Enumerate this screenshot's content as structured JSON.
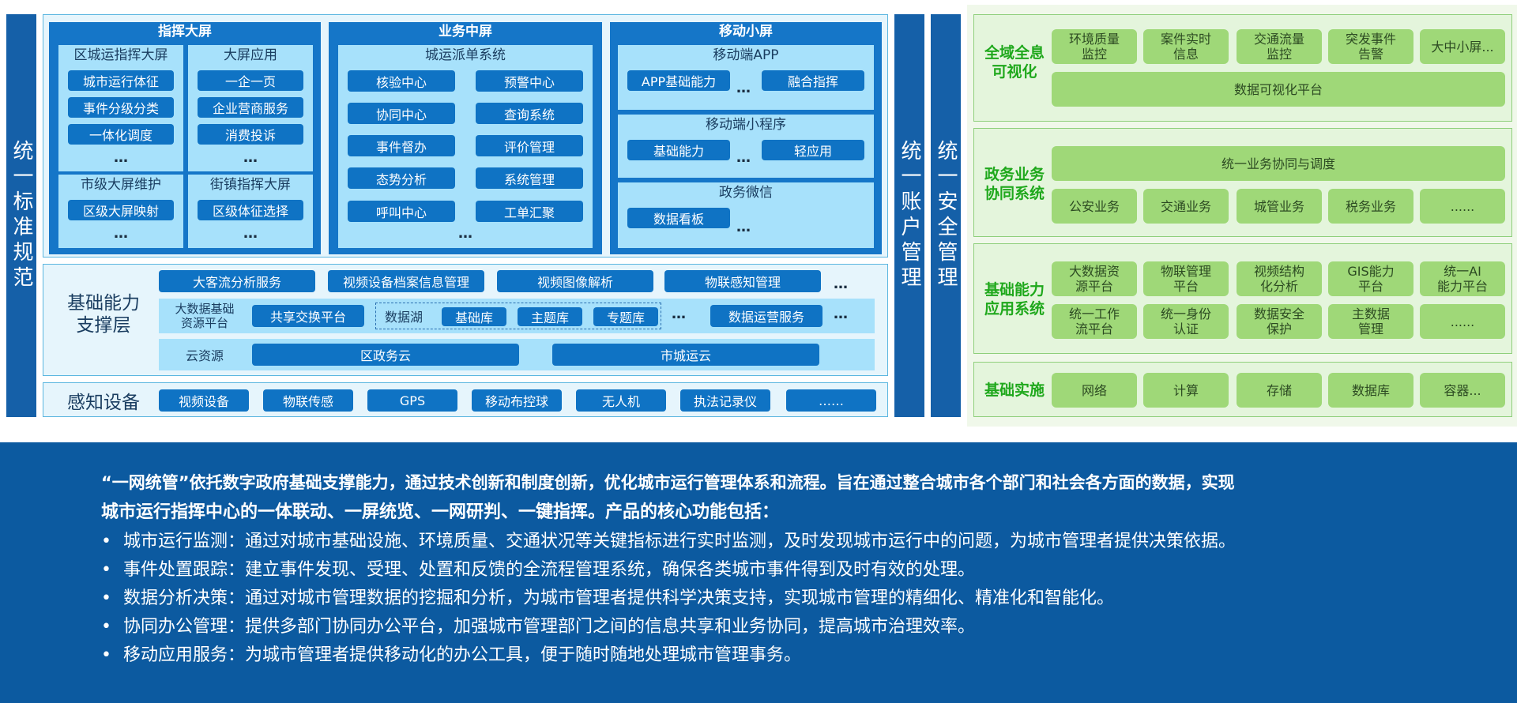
{
  "left_bar": "统一标准规范",
  "account_bar": "统一账户管理",
  "security_bar": "统一安全管理",
  "command": {
    "title": "指挥大屏",
    "c1": {
      "title": "区城运指挥大屏",
      "items": [
        "城市运行体征",
        "事件分级分类",
        "一体化调度"
      ]
    },
    "c2": {
      "title": "大屏应用",
      "items": [
        "一企一页",
        "企业营商服务",
        "消费投诉"
      ]
    },
    "c3": {
      "title": "市级大屏维护",
      "items": [
        "区级大屏映射"
      ]
    },
    "c4": {
      "title": "街镇指挥大屏",
      "items": [
        "区级体征选择"
      ]
    }
  },
  "business": {
    "title": "业务中屏",
    "sub": "城运派单系统",
    "left": [
      "核验中心",
      "协同中心",
      "事件督办",
      "态势分析",
      "呼叫中心"
    ],
    "right": [
      "预警中心",
      "查询系统",
      "评价管理",
      "系统管理",
      "工单汇聚"
    ]
  },
  "mobile": {
    "title": "移动小屏",
    "app": {
      "title": "移动端APP",
      "items": [
        "APP基础能力",
        "融合指挥"
      ]
    },
    "mini": {
      "title": "移动端小程序",
      "items": [
        "基础能力",
        "轻应用"
      ]
    },
    "wx": {
      "title": "政务微信",
      "items": [
        "数据看板"
      ]
    }
  },
  "foundation": {
    "label": "基础能力\n支撑层",
    "top": [
      "大客流分析服务",
      "视频设备档案信息管理",
      "视频图像解析",
      "物联感知管理"
    ],
    "bigdata_label": "大数据基础\n资源平台",
    "share": "共享交换平台",
    "lake": "数据湖",
    "lake_items": [
      "基础库",
      "主题库",
      "专题库"
    ],
    "ops": "数据运营服务",
    "cloud_label": "云资源",
    "cloud": [
      "区政务云",
      "市城运云"
    ]
  },
  "sensing": {
    "label": "感知设备",
    "items": [
      "视频设备",
      "物联传感",
      "GPS",
      "移动布控球",
      "无人机",
      "执法记录仪",
      "……"
    ]
  },
  "ellipsis": "…",
  "right": {
    "viz": {
      "title": "全域全息\n可视化",
      "items": [
        "环境质量\n监控",
        "案件实时\n信息",
        "交通流量\n监控",
        "突发事件\n告警",
        "大中小屏..."
      ],
      "platform": "数据可视化平台"
    },
    "gov": {
      "title": "政务业务\n协同系统",
      "top": "统一业务协同与调度",
      "items": [
        "公安业务",
        "交通业务",
        "城管业务",
        "税务业务",
        "......"
      ]
    },
    "basic": {
      "title": "基础能力\n应用系统",
      "row1": [
        "大数据资\n源平台",
        "物联管理\n平台",
        "视频结构\n化分析",
        "GIS能力\n平台",
        "统一AI\n能力平台"
      ],
      "row2": [
        "统一工作\n流平台",
        "统一身份\n认证",
        "数据安全\n保护",
        "主数据\n管理",
        "......"
      ]
    },
    "infra": {
      "title": "基础实施",
      "items": [
        "网络",
        "计算",
        "存储",
        "数据库",
        "容器..."
      ]
    }
  },
  "description": {
    "intro1": "“一网统管”依托数字政府基础支撑能力，通过技术创新和制度创新，优化城市运行管理体系和流程。旨在通过整合城市各个部门和社会各方面的数据，实现",
    "intro2": "城市运行指挥中心的一体联动、一屏统览、一网研判、一键指挥。产品的核心功能包括：",
    "bullet": "•",
    "bullets": [
      "城市运行监测：通过对城市基础设施、环境质量、交通状况等关键指标进行实时监测，及时发现城市运行中的问题，为城市管理者提供决策依据。",
      "事件处置跟踪：建立事件发现、受理、处置和反馈的全流程管理系统，确保各类城市事件得到及时有效的处理。",
      "数据分析决策：通过对城市管理数据的挖掘和分析，为城市管理者提供科学决策支持，实现城市管理的精细化、精准化和智能化。",
      "协同办公管理：提供多部门协同办公平台，加强城市管理部门之间的信息共享和业务协同，提高城市治理效率。",
      "移动应用服务：为城市管理者提供移动化的办公工具，便于随时随地处理城市管理事务。"
    ]
  }
}
